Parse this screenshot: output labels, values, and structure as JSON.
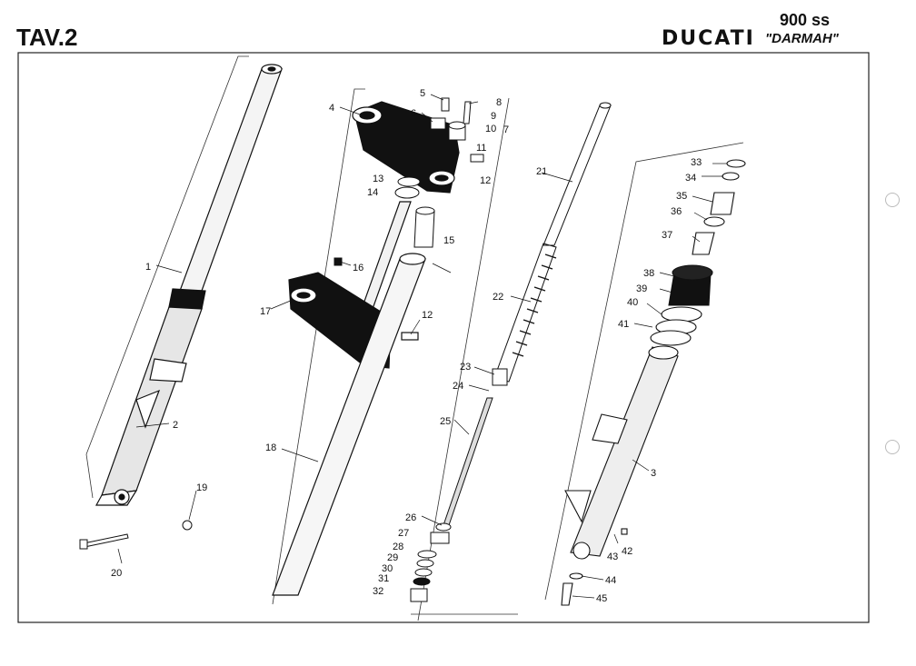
{
  "header": {
    "table_label": "TAV.2",
    "brand": "DUCATI",
    "model": "900 ss",
    "model_sub": "\"DARMAH\""
  },
  "callouts": [
    "1",
    "2",
    "3",
    "4",
    "5",
    "6",
    "7",
    "8",
    "9",
    "10",
    "11",
    "12",
    "12",
    "13",
    "14",
    "15",
    "16",
    "17",
    "18",
    "19",
    "20",
    "21",
    "22",
    "23",
    "24",
    "25",
    "26",
    "27",
    "28",
    "29",
    "30",
    "31",
    "32",
    "33",
    "34",
    "35",
    "36",
    "37",
    "38",
    "39",
    "40",
    "41",
    "42",
    "43",
    "44",
    "45"
  ],
  "colors": {
    "ink": "#111111",
    "paper": "#ffffff",
    "frame": "#222222"
  }
}
